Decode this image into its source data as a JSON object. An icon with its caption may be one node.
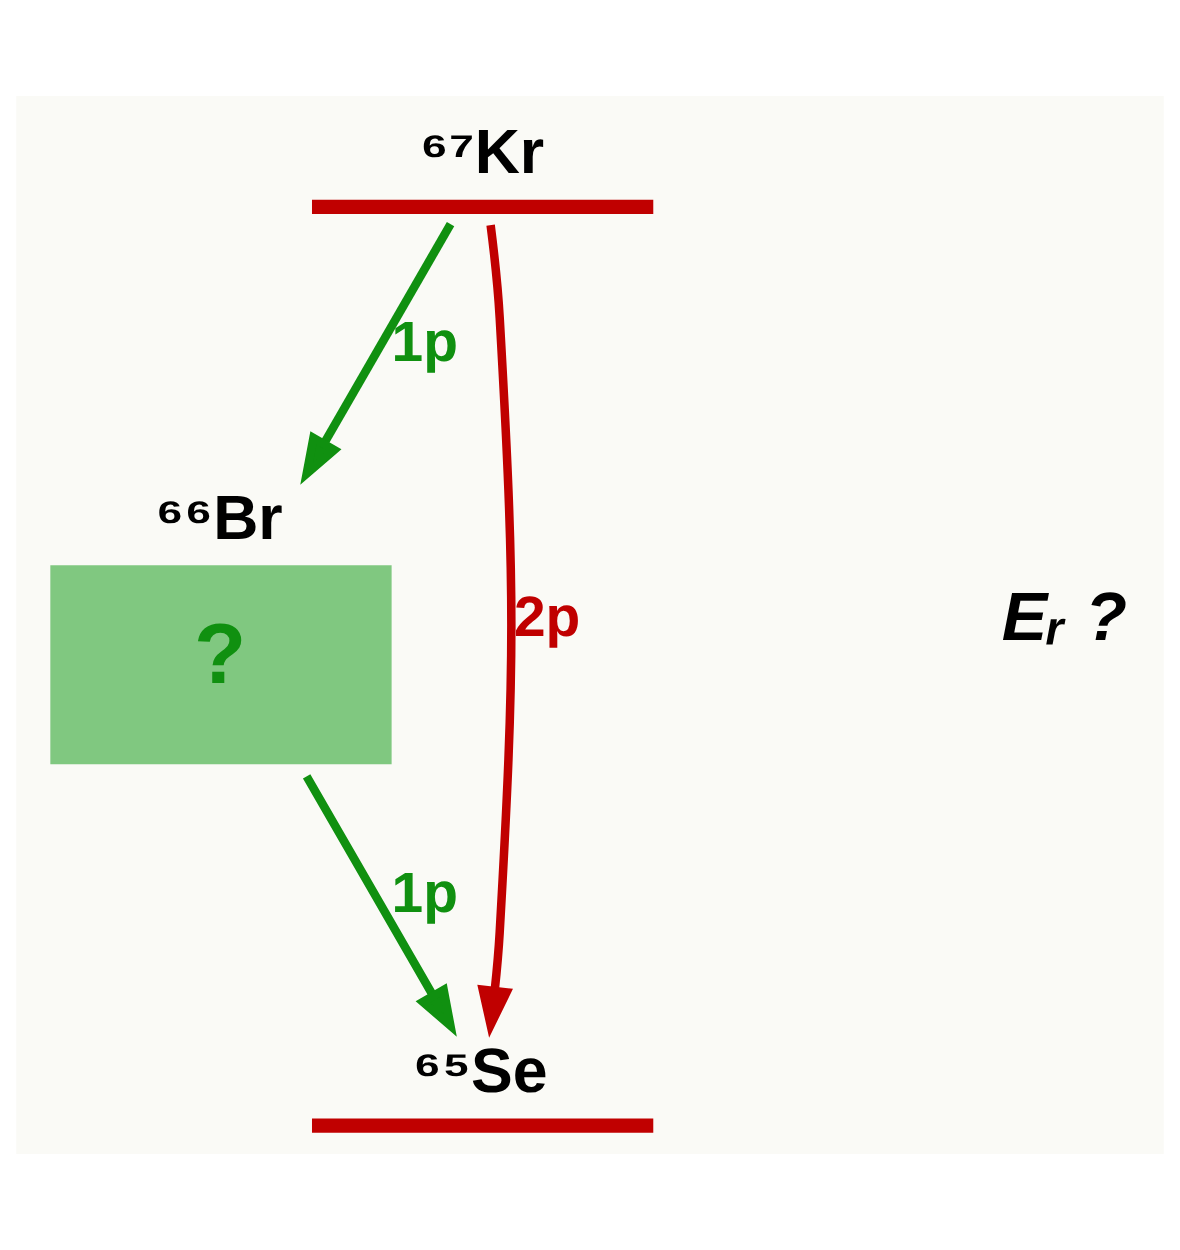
{
  "diagram": {
    "nodes": [
      {
        "text": [
          "⁶⁷Kr"
        ]
      },
      {
        "text": [
          "⁶⁶Br",
          "?"
        ]
      },
      {
        "text": [
          "⁶⁵Se"
        ]
      }
    ],
    "edges": [
      {
        "from": 0,
        "to": 1,
        "arrow": "to",
        "label": "1p"
      },
      {
        "from": 0,
        "to": 2,
        "arrow": "to",
        "label": "2p",
        "color": "#c00000"
      },
      {
        "from": 1,
        "to": 2,
        "arrow": "to",
        "label": "1p"
      }
    ],
    "labels": [
      "Eᵣ ?"
    ]
  }
}
